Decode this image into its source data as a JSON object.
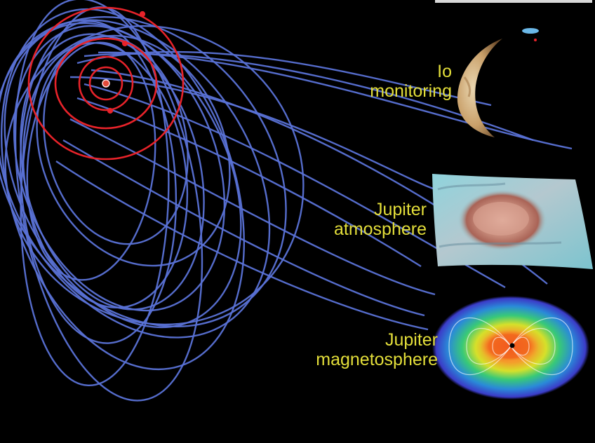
{
  "labels": {
    "io": [
      "Io",
      "monitoring"
    ],
    "atmosphere": [
      "Jupiter",
      "atmosphere"
    ],
    "magnetosphere": [
      "Jupiter",
      "magnetosphere"
    ]
  },
  "colors": {
    "background": "#000000",
    "label_text": "#e3de3a",
    "spacecraft_orbit": "#5a72d6",
    "moon_orbit": "#e8232a",
    "jupiter": "#e34b3a"
  },
  "icons": {
    "io_image": "io-crescent",
    "atmosphere_image": "great-red-spot-map",
    "magnetosphere_image": "radiation-belt-map"
  }
}
